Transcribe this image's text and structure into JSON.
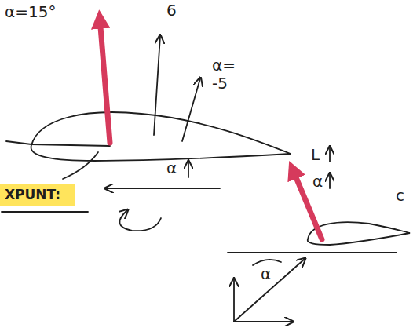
{
  "diagram": {
    "nodes": [
      {
        "text": [
          "XPUNT:"
        ]
      }
    ],
    "edges": [],
    "labels": [
      "α=15°",
      "6",
      "α= -5",
      "α",
      "L",
      "α",
      "α",
      "c"
    ]
  }
}
